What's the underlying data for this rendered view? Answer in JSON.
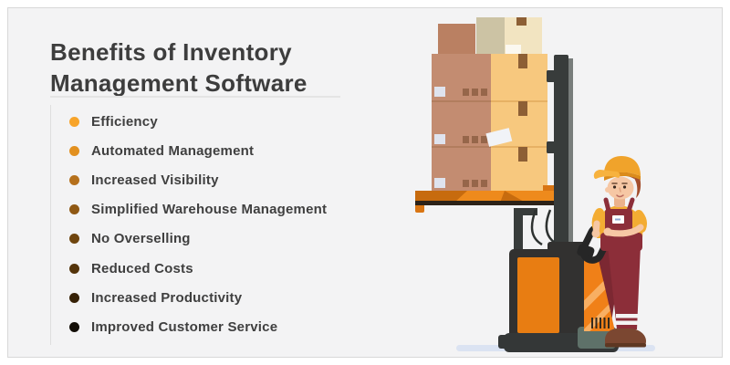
{
  "header": {
    "title_line1": "Benefits of Inventory",
    "title_line2": "Management Software"
  },
  "benefits": {
    "items": [
      {
        "label": "Efficiency",
        "bullet_color": "#F7A42A"
      },
      {
        "label": "Automated Management",
        "bullet_color": "#E2901F"
      },
      {
        "label": "Increased Visibility",
        "bullet_color": "#B5701C"
      },
      {
        "label": "Simplified Warehouse Management",
        "bullet_color": "#8F5813"
      },
      {
        "label": "No Overselling",
        "bullet_color": "#6F450E"
      },
      {
        "label": "Reduced Costs",
        "bullet_color": "#53330A"
      },
      {
        "label": "Increased Productivity",
        "bullet_color": "#362106"
      },
      {
        "label": "Improved Customer Service",
        "bullet_color": "#120D06"
      }
    ]
  },
  "illustration": {
    "subject": "warehouse worker operating a pallet stacker lifting stacked cardboard boxes",
    "colors": {
      "stacker_orange": "#EE8A1C",
      "stacker_dark": "#323130",
      "box_brown": "#C38C71",
      "box_tan": "#F7C87E",
      "worker_uniform": "#8C2E39",
      "worker_shirt": "#F3AC33",
      "worker_cap": "#F0A32B",
      "worker_skin": "#F6C7A4",
      "shadow": "#DBE3F2"
    }
  },
  "palette": {
    "page_bg": "#FFFFFF",
    "panel_bg": "#F3F3F4",
    "panel_border": "#D8D8D8",
    "title_color": "#3D3D3D",
    "text_color": "#3F3F3F",
    "divider": "#E4E4E4"
  }
}
